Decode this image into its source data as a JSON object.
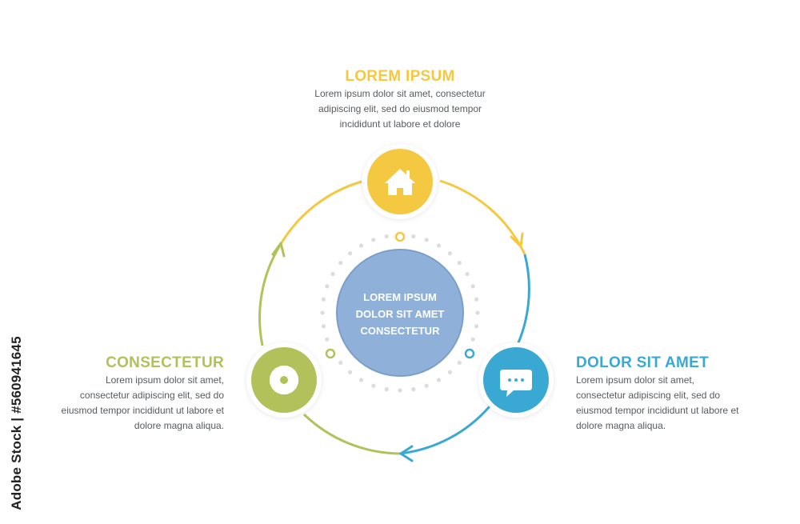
{
  "top": {
    "title": "LOREM IPSUM",
    "lines": [
      "Lorem ipsum dolor sit amet, consectetur",
      "adipiscing elit, sed do eiusmod tempor",
      "incididunt ut labore et dolore"
    ],
    "color": "#f5c842",
    "icon": "home-icon"
  },
  "left": {
    "title": "CONSECTETUR",
    "lines": [
      "Lorem ipsum dolor sit amet,",
      "consectetur adipiscing elit, sed do",
      "eiusmod tempor incididunt ut labore et",
      "dolore magna aliqua."
    ],
    "color": "#b3c15a",
    "icon": "gear-icon"
  },
  "right": {
    "title": "DOLOR SIT AMET",
    "lines": [
      "Lorem ipsum dolor sit amet,",
      "consectetur adipiscing elit, sed do",
      "eiusmod tempor incididunt ut labore et",
      "dolore magna aliqua."
    ],
    "color": "#39a9d4",
    "icon": "chat-icon"
  },
  "center": {
    "lines": [
      "LOREM IPSUM",
      "DOLOR SIT AMET",
      "CONSECTETUR"
    ],
    "color": "#8fb0d8"
  },
  "watermark": "Adobe Stock | #560941645"
}
